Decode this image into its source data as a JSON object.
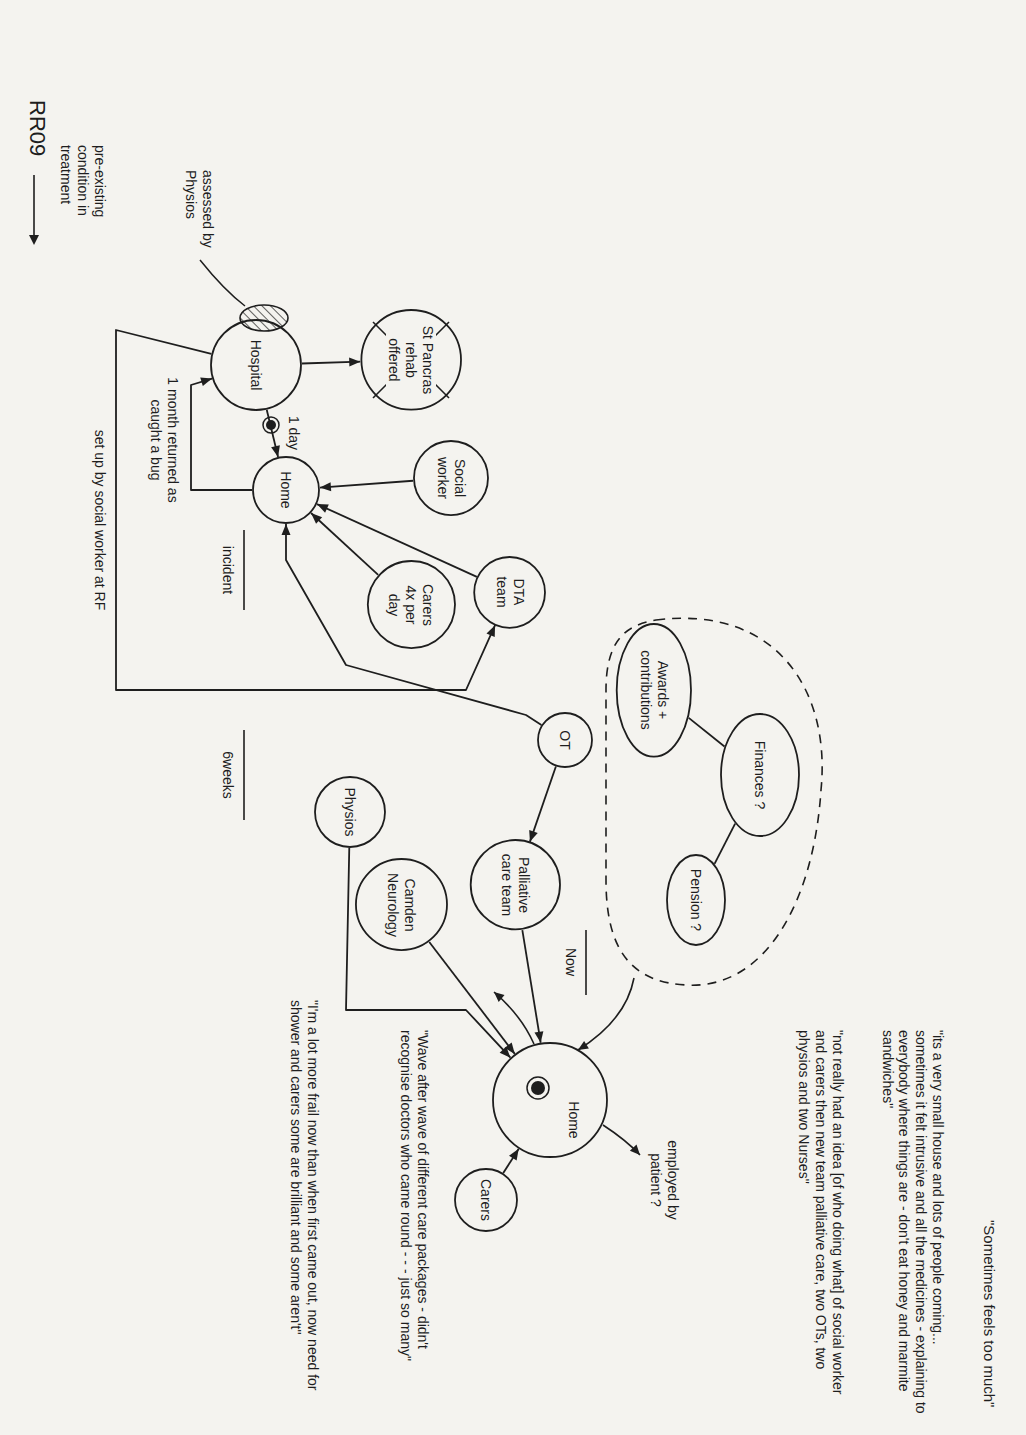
{
  "diagram": {
    "nodes": [
      {
        "text": [
          "Hospital"
        ]
      },
      {
        "text": [
          "Home"
        ]
      },
      {
        "text": [
          "St Pancras rehab offered"
        ]
      },
      {
        "text": [
          "DTA team"
        ]
      },
      {
        "text": [
          "Social worker"
        ]
      },
      {
        "text": [
          "Carers 4x per day"
        ]
      },
      {
        "text": [
          "OT"
        ]
      },
      {
        "text": [
          "Finances ?"
        ]
      },
      {
        "text": [
          "Awards + contributions"
        ]
      },
      {
        "text": [
          "Pension ?"
        ]
      },
      {
        "text": [
          "Palliative care team"
        ]
      },
      {
        "text": [
          "Physios"
        ]
      },
      {
        "text": [
          "Camden Neurology"
        ]
      },
      {
        "text": [
          "Home"
        ]
      },
      {
        "text": [
          "Carers"
        ]
      }
    ],
    "edges": [
      {
        "from": 0,
        "to": 1,
        "arrow": "to",
        "label": "1 day"
      },
      {
        "from": 1,
        "to": 0,
        "arrow": "to",
        "label": "1 month returned as caught a bug"
      },
      {
        "from": 0,
        "to": 2,
        "arrow": "to"
      },
      {
        "from": 0,
        "to": 3,
        "arrow": "to",
        "label": "set up by social worker at RF"
      },
      {
        "from": 3,
        "to": 1,
        "arrow": "to"
      },
      {
        "from": 4,
        "to": 1,
        "arrow": "to"
      },
      {
        "from": 5,
        "to": 1,
        "arrow": "to"
      },
      {
        "from": 6,
        "to": 1,
        "arrow": "to"
      },
      {
        "from": 6,
        "to": 10,
        "arrow": "to"
      },
      {
        "from": 7,
        "to": 8,
        "arrow": "none"
      },
      {
        "from": 7,
        "to": 9,
        "arrow": "none"
      },
      {
        "from": 10,
        "to": 13,
        "arrow": "to"
      },
      {
        "from": 11,
        "to": 13,
        "arrow": "to"
      },
      {
        "from": 12,
        "to": 13,
        "arrow": "to"
      },
      {
        "from": 14,
        "to": 13,
        "arrow": "to"
      }
    ],
    "labels": [
      "RR09",
      "assessed by Physios",
      "pre-existing condition in treatment",
      "incident",
      "6weeks",
      "Now",
      "\"Sometimes feels too much\"",
      "\"its a very small house and lots of people coming... sometimes it felt intrusive and all the medicines - explaining to everybody where things are - don't eat honey and marmite sandwiches\"",
      "\"not really had an idea [of who doing what] of social worker and carers then new team palliative care, two OTs, two physios and two Nurses\"",
      "employed by patient ?",
      "\"Wave after wave of different care packages - didn't recognise doctors who came round - - - just so many\"",
      "\"I'm a lot more frail now than when first came out, now need for shower and carers some are brilliant and some aren't\""
    ]
  }
}
